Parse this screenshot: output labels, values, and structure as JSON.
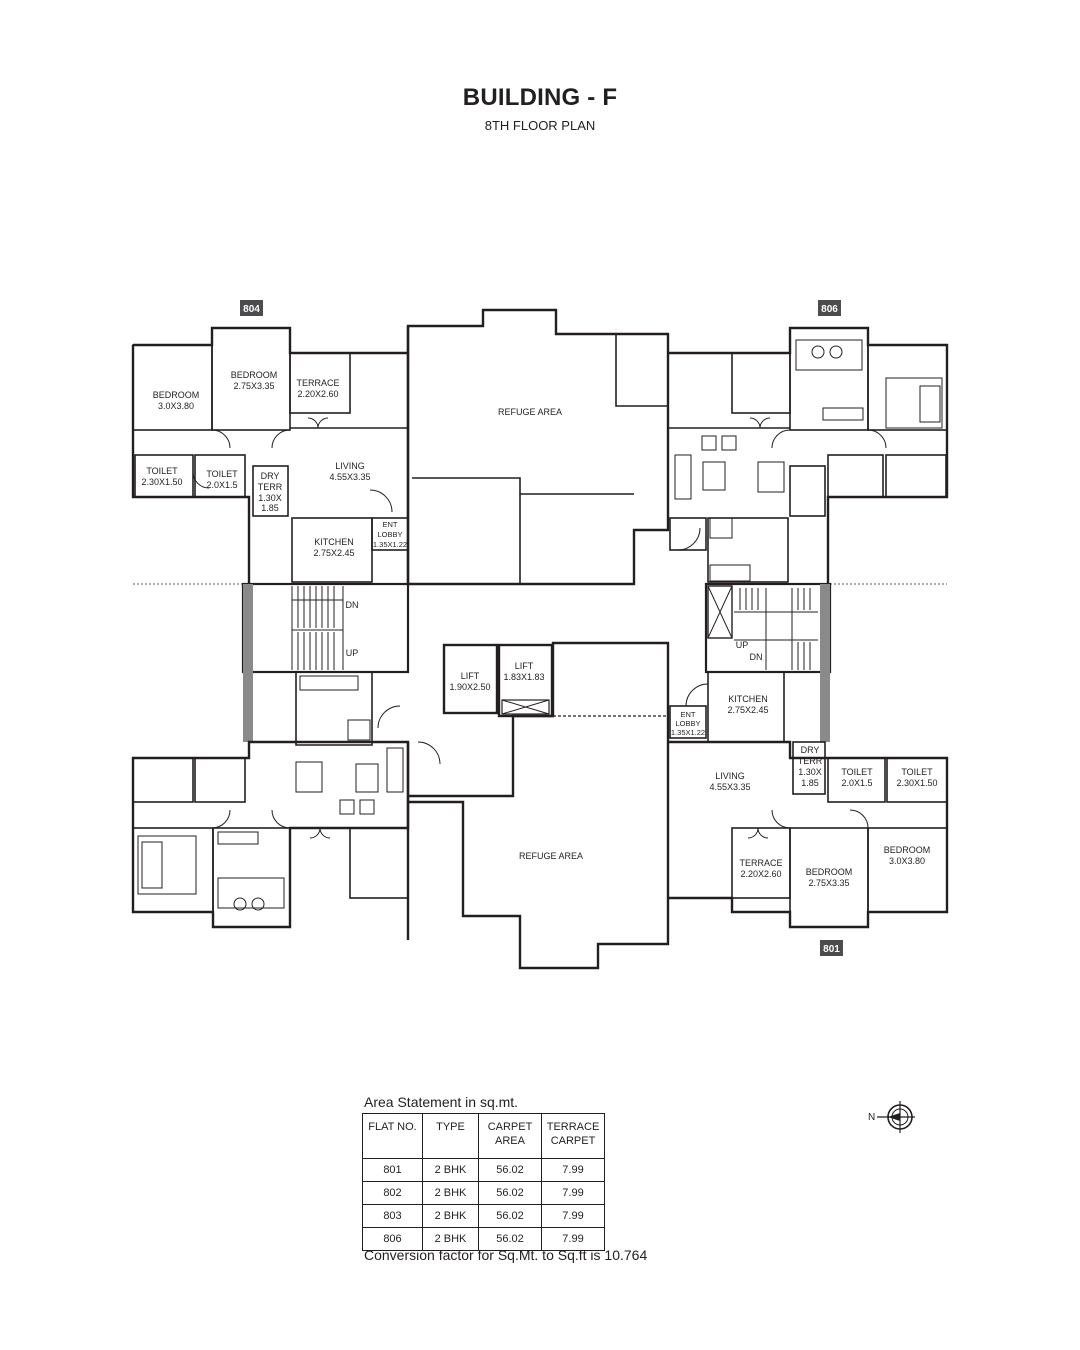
{
  "header": {
    "title": "BUILDING - F",
    "subtitle": "8TH FLOOR PLAN"
  },
  "flat_tags": {
    "t804": "804",
    "t806": "806",
    "t801": "801"
  },
  "rooms": {
    "nw": {
      "bedroom_a": "BEDROOM",
      "bedroom_a_size": "3.0X3.80",
      "bedroom_b": "BEDROOM",
      "bedroom_b_size": "2.75X3.35",
      "terrace": "TERRACE",
      "terrace_size": "2.20X2.60",
      "toilet_a": "TOILET",
      "toilet_a_size": "2.30X1.50",
      "toilet_b": "TOILET",
      "toilet_b_size": "2.0X1.5",
      "dry_terr_1": "DRY",
      "dry_terr_2": "TERR",
      "dry_terr_3": "1.30X",
      "dry_terr_4": "1.85",
      "living": "LIVING",
      "living_size": "4.55X3.35",
      "kitchen": "KITCHEN",
      "kitchen_size": "2.75X2.45",
      "ent_lobby_1": "ENT",
      "ent_lobby_2": "LOBBY",
      "ent_lobby_3": "1.35X1.22"
    },
    "se": {
      "kitchen": "KITCHEN",
      "kitchen_size": "2.75X2.45",
      "ent_lobby_1": "ENT",
      "ent_lobby_2": "LOBBY",
      "ent_lobby_3": "1.35X1.22",
      "living": "LIVING",
      "living_size": "4.55X3.35",
      "dry_terr_1": "DRY",
      "dry_terr_2": "TERR",
      "dry_terr_3": "1.30X",
      "dry_terr_4": "1.85",
      "toilet_a": "TOILET",
      "toilet_a_size": "2.0X1.5",
      "toilet_b": "TOILET",
      "toilet_b_size": "2.30X1.50",
      "bedroom_a": "BEDROOM",
      "bedroom_a_size": "3.0X3.80",
      "terrace": "TERRACE",
      "terrace_size": "2.20X2.60",
      "bedroom_b": "BEDROOM",
      "bedroom_b_size": "2.75X3.35"
    },
    "core": {
      "refuge_top": "REFUGE AREA",
      "refuge_bottom": "REFUGE AREA",
      "lift_a": "LIFT",
      "lift_a_size": "1.90X2.50",
      "lift_b": "LIFT",
      "lift_b_size": "1.83X1.83",
      "stair_w_dn": "DN",
      "stair_w_up": "UP",
      "stair_e_up": "UP",
      "stair_e_dn": "DN"
    }
  },
  "area_statement": {
    "caption": "Area Statement in sq.mt.",
    "headers": [
      "FLAT NO.",
      "TYPE",
      "CARPET AREA",
      "TERRACE CARPET"
    ],
    "rows": [
      [
        "801",
        "2 BHK",
        "56.02",
        "7.99"
      ],
      [
        "802",
        "2 BHK",
        "56.02",
        "7.99"
      ],
      [
        "803",
        "2 BHK",
        "56.02",
        "7.99"
      ],
      [
        "806",
        "2 BHK",
        "56.02",
        "7.99"
      ]
    ],
    "conversion_note": "Conversion factor for Sq.Mt. to Sq.ft is 10.764"
  },
  "north_arrow": {
    "label": "N"
  },
  "colors": {
    "line": "#231f20",
    "tag_bg": "#4d4d4f",
    "tag_text": "#ffffff"
  }
}
